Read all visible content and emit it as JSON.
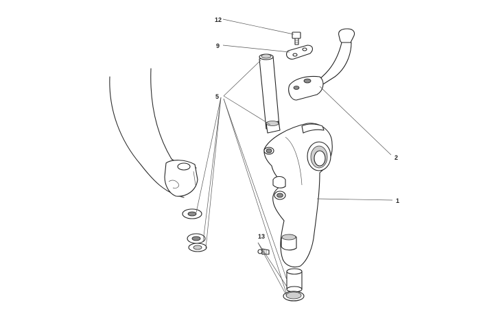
{
  "diagram": {
    "callouts": [
      {
        "id": "c12",
        "label": "12"
      },
      {
        "id": "c9",
        "label": "9"
      },
      {
        "id": "c5",
        "label": "5"
      },
      {
        "id": "c2",
        "label": "2"
      },
      {
        "id": "c1",
        "label": "1"
      },
      {
        "id": "c13",
        "label": "13"
      }
    ]
  }
}
